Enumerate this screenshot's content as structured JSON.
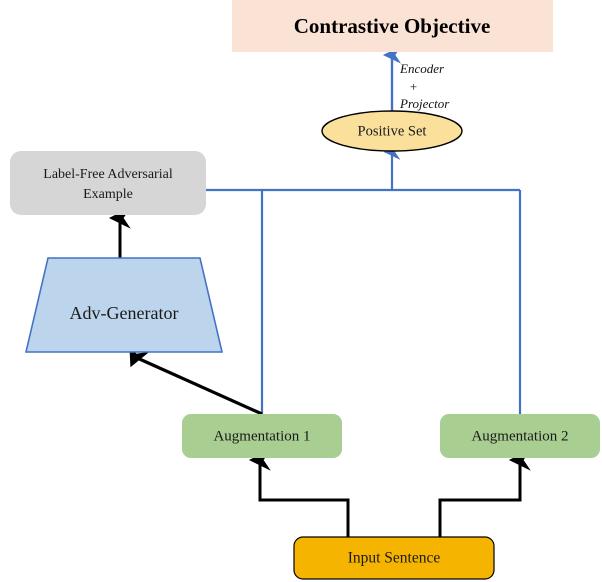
{
  "diagram": {
    "title": "Contrastive Objective",
    "nodes": {
      "contrastive_objective": {
        "label": "Contrastive Objective",
        "shape": "rectangle",
        "fill": "#FAE3D5",
        "stroke": "none"
      },
      "positive_set": {
        "label": "Positive Set",
        "shape": "ellipse",
        "fill": "#FBE09C",
        "stroke": "#000000"
      },
      "label_free_adversarial_example": {
        "label_line1": "Label-Free Adversarial",
        "label_line2": "Example",
        "shape": "rounded-rectangle",
        "fill": "#D6D6D6",
        "stroke": "none"
      },
      "adv_generator": {
        "label": "Adv-Generator",
        "shape": "trapezoid",
        "fill": "#BCD4EC",
        "stroke": "#4472C4"
      },
      "augmentation_1": {
        "label": "Augmentation 1",
        "shape": "rounded-rectangle",
        "fill": "#A8CE91",
        "stroke": "none"
      },
      "augmentation_2": {
        "label": "Augmentation 2",
        "shape": "rounded-rectangle",
        "fill": "#A8CE91",
        "stroke": "none"
      },
      "input_sentence": {
        "label": "Input Sentence",
        "shape": "rounded-rectangle",
        "fill": "#F5B400",
        "stroke": "#000000"
      }
    },
    "edge_labels": {
      "encoder_projector_line1": "Encoder",
      "encoder_projector_line2": "+",
      "encoder_projector_line3": "Projector"
    },
    "colors": {
      "blue_edge": "#4472C4",
      "black_edge": "#000000",
      "header_fill": "#FAE3D5",
      "ellipse_fill": "#FBE09C",
      "gray_fill": "#D6D6D6",
      "trapezoid_fill": "#BCD4EC",
      "green_fill": "#A8CE91",
      "orange_fill": "#F5B400"
    }
  }
}
